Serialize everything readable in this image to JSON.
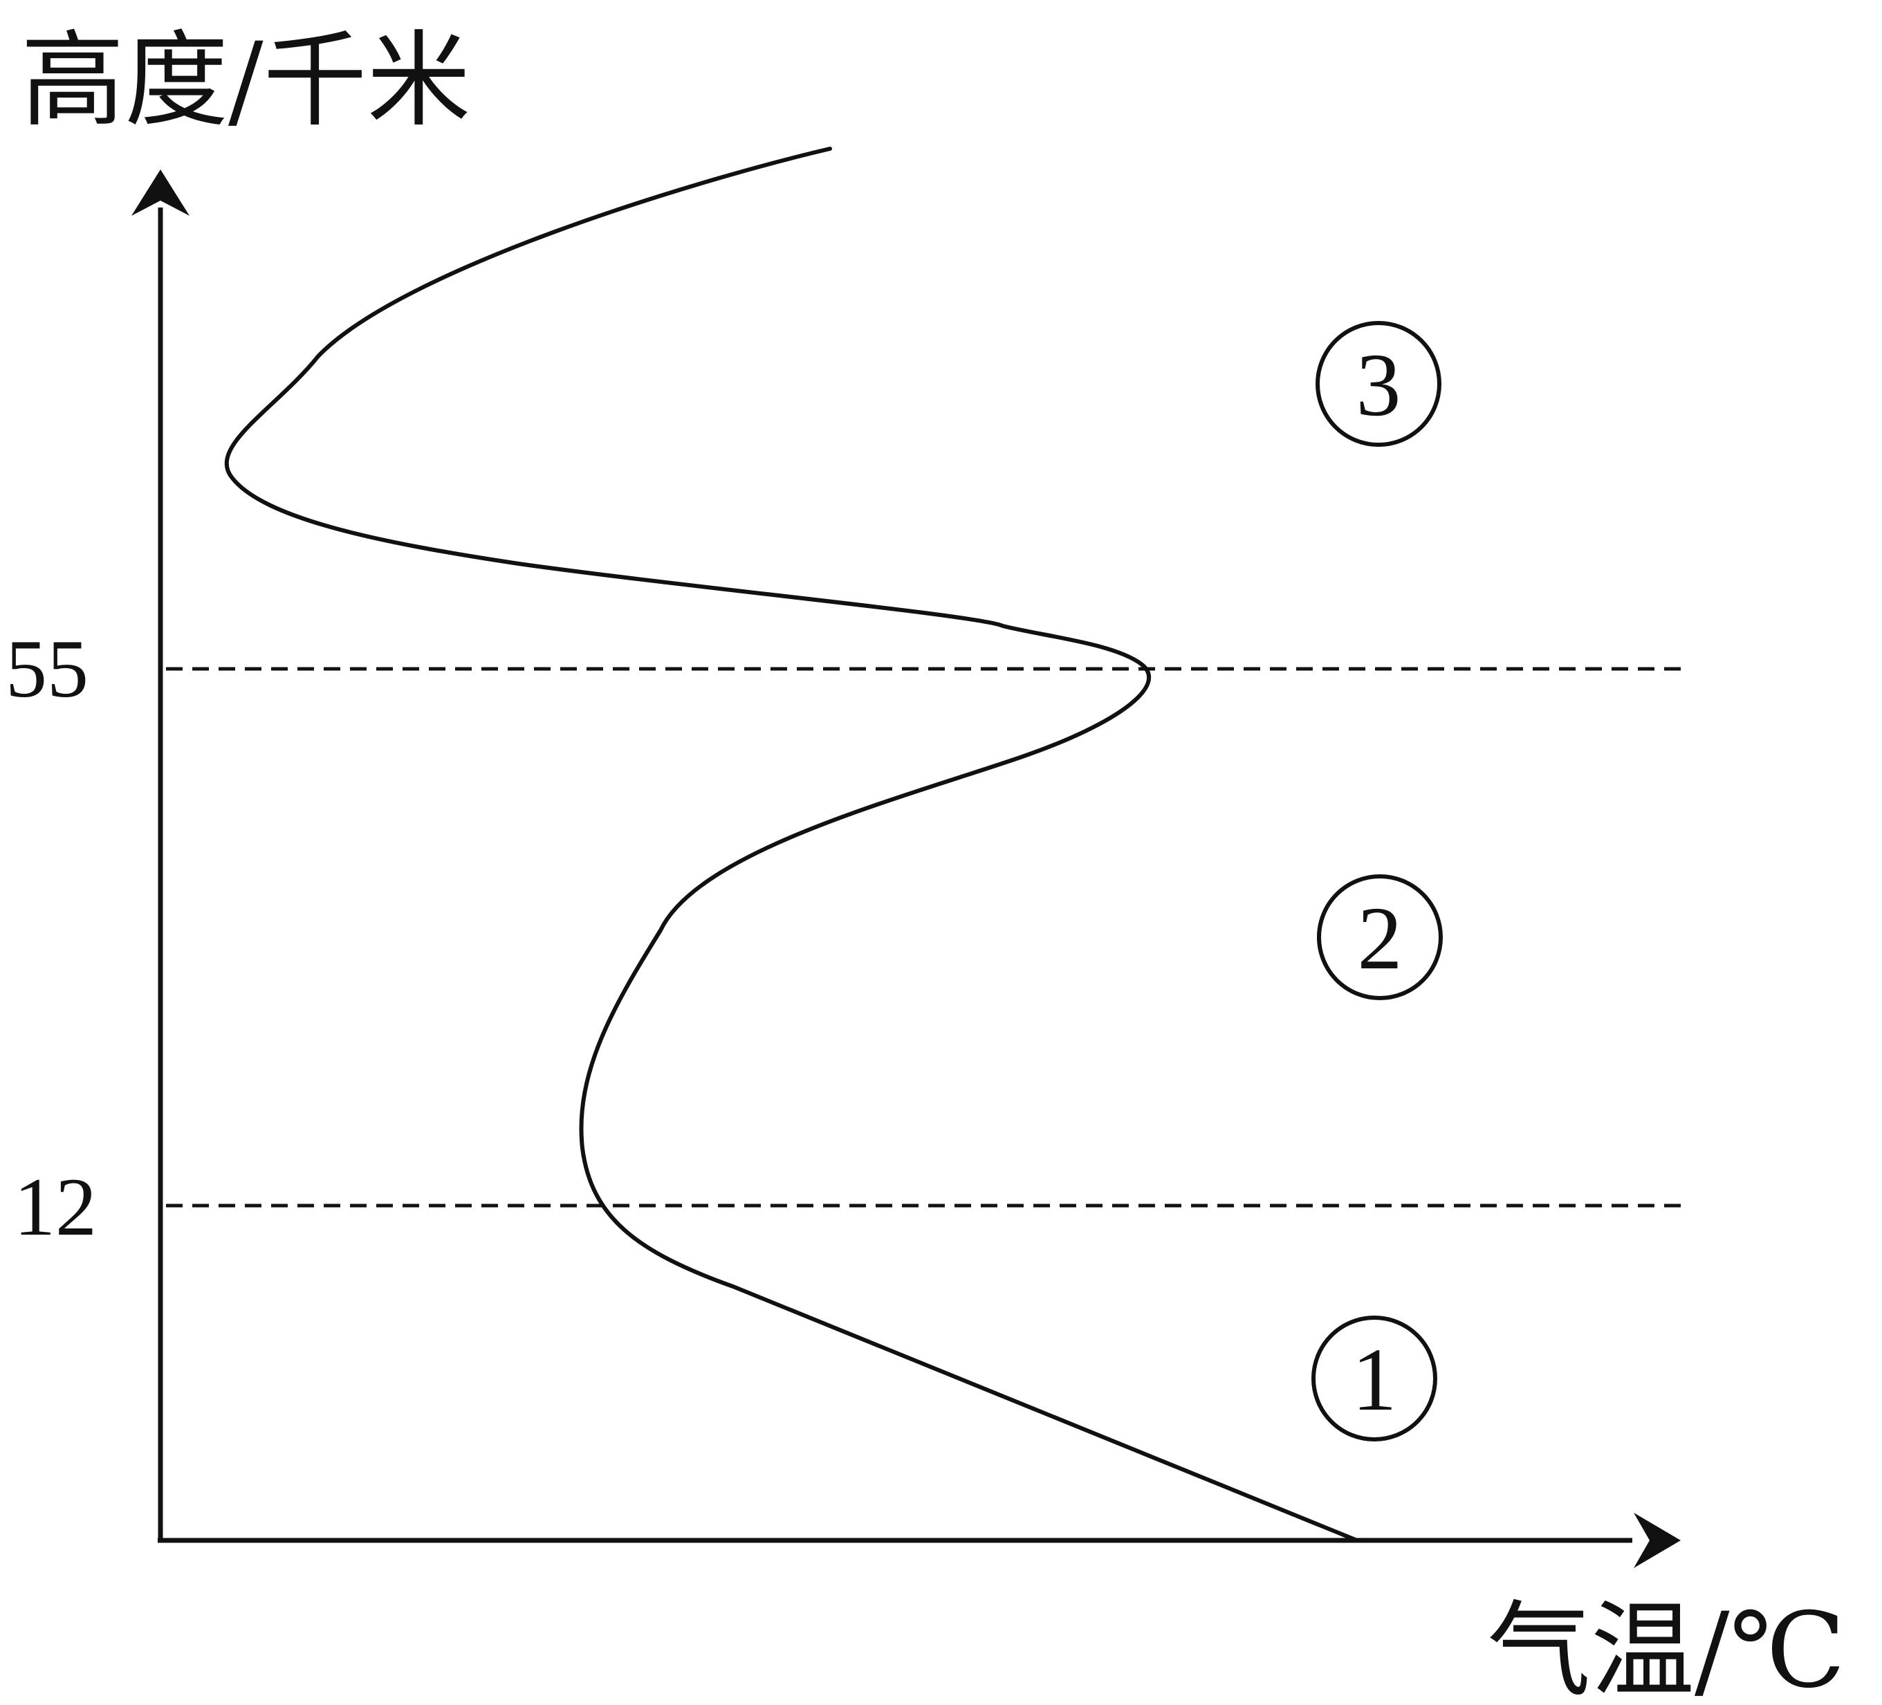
{
  "y_axis_label": "高度/千米",
  "x_axis_label": "气温/℃",
  "boundaries": [
    {
      "altitude_km": 55,
      "label": "55"
    },
    {
      "altitude_km": 12,
      "label": "12"
    }
  ],
  "layers": [
    {
      "id": "1",
      "label": "1"
    },
    {
      "id": "2",
      "label": "2"
    },
    {
      "id": "3",
      "label": "3"
    }
  ]
}
